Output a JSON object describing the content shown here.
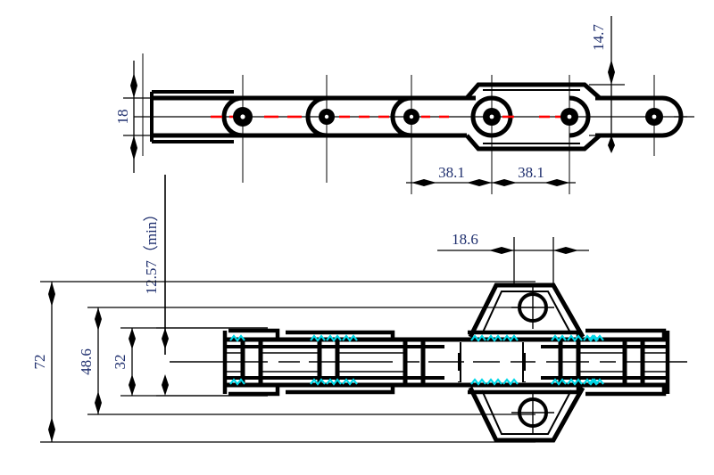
{
  "drawing": {
    "type": "engineering-drawing",
    "subject": "conveyor-chain-with-attachment",
    "background_color": "#ffffff",
    "line_color": "#000000",
    "centerline_color": "#ff0000",
    "hatch_color": "#00d8e8",
    "dimension_text_color": "#1f2f6e",
    "views": [
      {
        "name": "plan-view",
        "label": "top-view"
      },
      {
        "name": "elevation-view",
        "label": "bottom-view"
      }
    ]
  },
  "dimensions": {
    "plate_height": "18",
    "attachment_height": "14.7",
    "pitch_left": "38.1",
    "pitch_right": "38.1",
    "roller_diameter": "12.57（min）",
    "attachment_width": "18.6",
    "overall_height": "72",
    "hole_spacing": "48.6",
    "inner_width": "32"
  },
  "labels": {
    "d18": "18",
    "d147": "14.7",
    "d381a": "38.1",
    "d381b": "38.1",
    "d1257": "12.57（min）",
    "d186": "18.6",
    "d72": "72",
    "d486": "48.6",
    "d32": "32"
  }
}
